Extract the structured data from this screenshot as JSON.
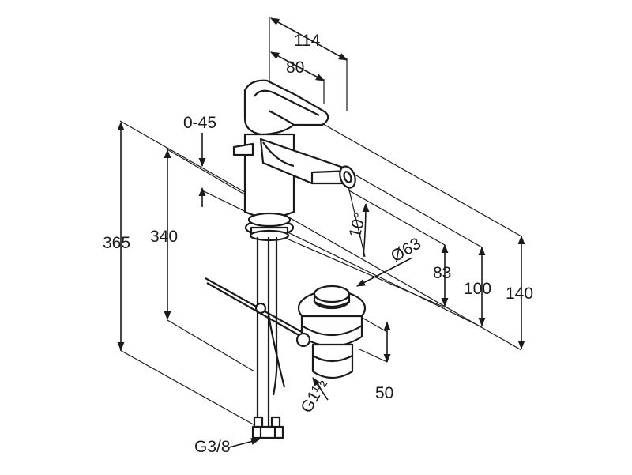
{
  "dimensions": {
    "width_total": "114",
    "width_spout": "80",
    "angle_range": "0-45",
    "height_total": "365",
    "height_body": "340",
    "spout_angle": "10°",
    "drain_diameter": "Ø63",
    "height_83": "83",
    "height_100": "100",
    "height_140": "140",
    "drain_depth": "50",
    "drain_thread": "G1½",
    "supply_thread": "G3/8"
  }
}
